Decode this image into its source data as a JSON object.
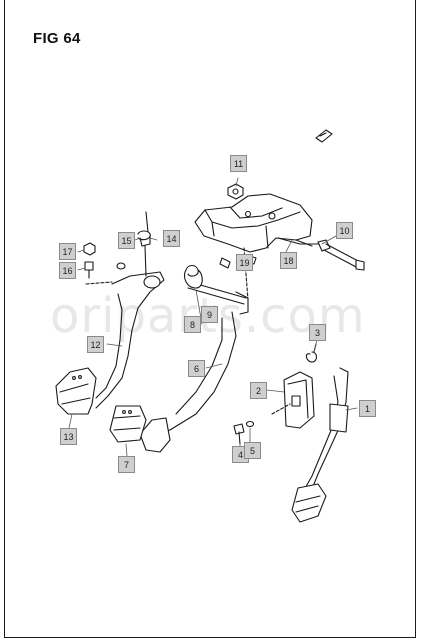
{
  "figure": {
    "title": "FIG 64",
    "watermark": "oriparts.com"
  },
  "callouts": [
    {
      "id": "c1",
      "label": "1"
    },
    {
      "id": "c2",
      "label": "2"
    },
    {
      "id": "c3",
      "label": "3"
    },
    {
      "id": "c4",
      "label": "4"
    },
    {
      "id": "c5",
      "label": "5"
    },
    {
      "id": "c6",
      "label": "6"
    },
    {
      "id": "c7",
      "label": "7"
    },
    {
      "id": "c8",
      "label": "8"
    },
    {
      "id": "c9",
      "label": "9"
    },
    {
      "id": "c10",
      "label": "10"
    },
    {
      "id": "c11",
      "label": "11"
    },
    {
      "id": "c12",
      "label": "12"
    },
    {
      "id": "c13",
      "label": "13"
    },
    {
      "id": "c14",
      "label": "14"
    },
    {
      "id": "c15",
      "label": "15"
    },
    {
      "id": "c16",
      "label": "16"
    },
    {
      "id": "c17",
      "label": "17"
    },
    {
      "id": "c18",
      "label": "18"
    },
    {
      "id": "c19",
      "label": "19"
    }
  ]
}
